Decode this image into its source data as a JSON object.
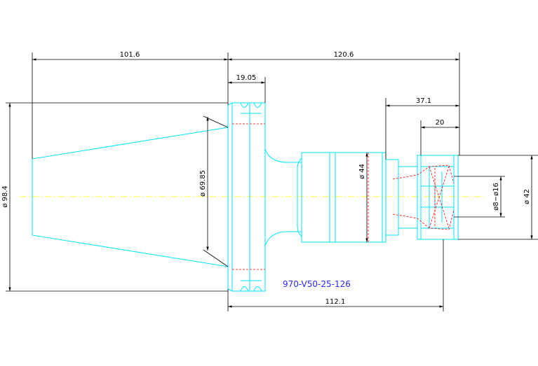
{
  "drawing": {
    "part_number": "970-V50-25-126",
    "dimensions": {
      "overall_taper_length": "101.6",
      "overall_right_length": "120.6",
      "flange_width": "19.05",
      "nut_length": "37.1",
      "nut_inner": "20",
      "bottom_length": "112.1",
      "dia_flange": "ø 98.4",
      "dia_taper": "ø 69.85",
      "dia_body": "ø 44",
      "dia_collet": "ø8−ø16",
      "dia_nut": "ø 42"
    },
    "colors": {
      "part_line": "#00e5ff",
      "dimension_line": "#000000",
      "hidden_line": "#ff0000",
      "center_line": "#ffff00",
      "label_text": "#2a2aff"
    }
  }
}
